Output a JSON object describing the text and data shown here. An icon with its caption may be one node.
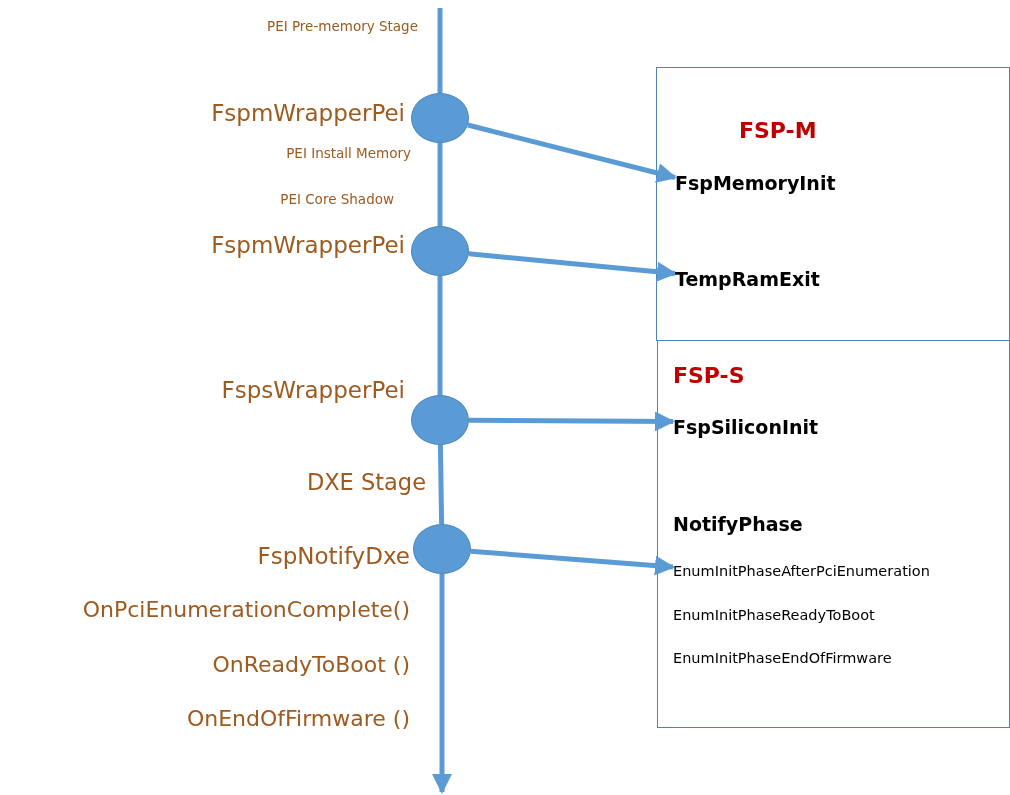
{
  "diagram": {
    "nodes": [
      {
        "text": [],
        "shape": "circle",
        "beside": [
          "FspmWrapperPei"
        ]
      },
      {
        "text": [],
        "shape": "circle",
        "beside": [
          "FspmWrapperPei"
        ]
      },
      {
        "text": [],
        "shape": "circle",
        "beside": [
          "FspsWrapperPei"
        ]
      },
      {
        "text": [],
        "shape": "circle",
        "beside": [
          "FspNotifyDxe"
        ]
      },
      {
        "text": [
          "FSP-M"
        ]
      },
      {
        "text": [
          "FspMemoryInit"
        ],
        "in": 4
      },
      {
        "text": [
          "TempRamExit"
        ],
        "in": 4
      },
      {
        "text": [
          "FSP-S"
        ]
      },
      {
        "text": [
          "FspSiliconInit"
        ],
        "in": 7
      },
      {
        "text": [
          "NotifyPhase"
        ],
        "in": 7
      },
      {
        "text": [
          "EnumInitPhaseAfterPciEnumeration"
        ],
        "in": 7
      },
      {
        "text": [
          "EnumInitPhaseReadyToBoot"
        ],
        "in": 7
      },
      {
        "text": [
          "EnumInitPhaseEndOfFirmware"
        ],
        "in": 7
      }
    ],
    "edges": [
      {
        "from": null,
        "to": 0,
        "arrow": "none"
      },
      {
        "from": 0,
        "to": 1,
        "arrow": "none"
      },
      {
        "from": 1,
        "to": 2,
        "arrow": "none"
      },
      {
        "from": 2,
        "to": 3,
        "arrow": "none"
      },
      {
        "from": 3,
        "to": null,
        "arrow": "to"
      },
      {
        "from": 0,
        "to": 5,
        "arrow": "to"
      },
      {
        "from": 1,
        "to": 6,
        "arrow": "to"
      },
      {
        "from": 2,
        "to": 8,
        "arrow": "to"
      },
      {
        "from": 3,
        "to": 10,
        "arrow": "to"
      }
    ],
    "labels": [
      "PEI Pre-memory Stage",
      "PEI Install Memory",
      "PEI Core Shadow",
      "DXE Stage",
      "OnPciEnumerationComplete()",
      "OnReadyToBoot ()",
      "OnEndOfFirmware ()"
    ]
  }
}
